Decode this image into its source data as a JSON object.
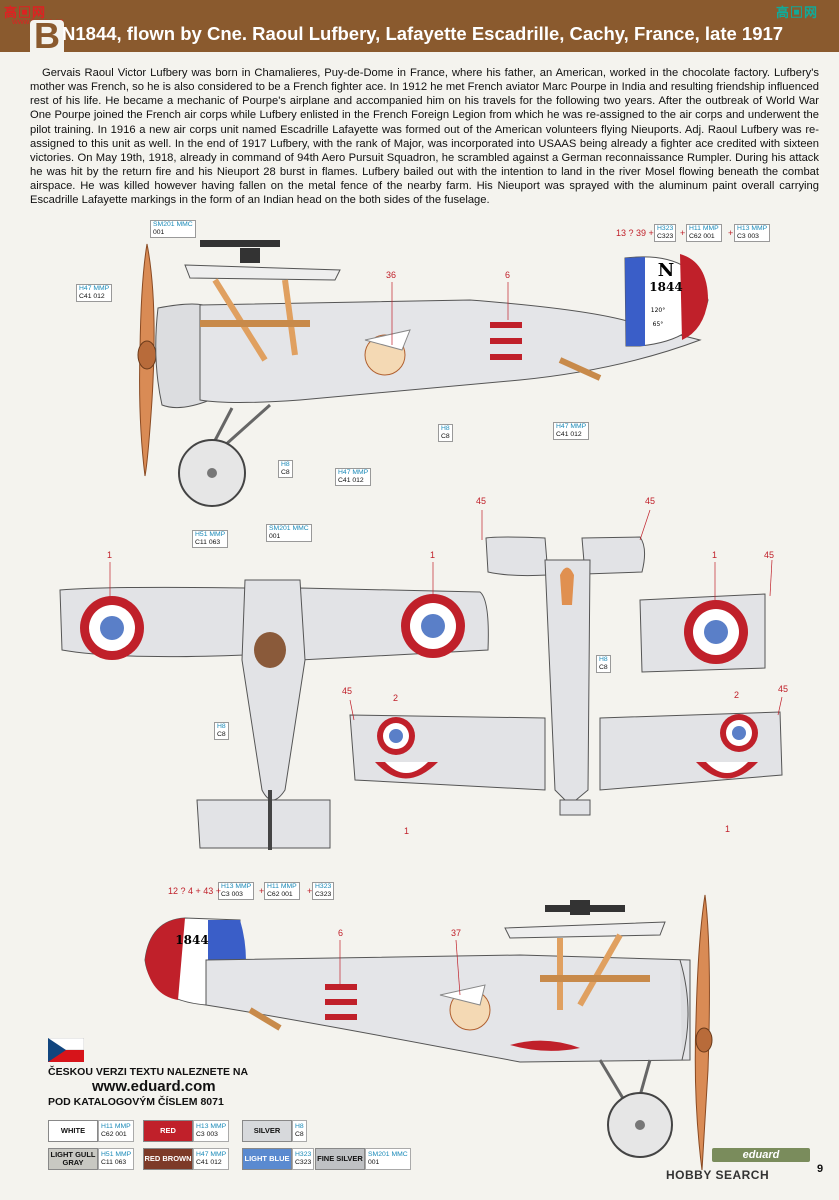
{
  "header": {
    "badge_letter": "B",
    "title": "N1844, flown by Cne. Raoul Lufbery, Lafayette Escadrille, Cachy, France, late 1917"
  },
  "watermark": {
    "left_glyphs": "高▣网",
    "left_url": "www.hasee.cn",
    "right_glyphs": "高▣网"
  },
  "bio": "Gervais Raoul Victor Lufbery was born in Chamalieres, Puy-de-Dome in France, where his father, an American, worked in the chocolate factory. Lufbery's mother was French, so he is also considered to be a French fighter ace. In 1912 he met French aviator Marc Pourpe in India and resulting friendship influenced rest of his life. He became a mechanic of Pourpe's airplane and accompanied him on his travels for the following two years. After the outbreak of World War One Pourpe joined the French air corps while Lufbery enlisted in the French Foreign Legion from which he was re-assigned to the air corps and underwent the pilot training. In 1916 a new air corps unit named Escadrille Lafayette was formed out of the American volunteers flying Nieuports. Adj. Raoul Lufbery was re-assigned to this unit as well. In the end of 1917 Lufbery, with the rank of Major, was incorporated into USAAS being already a fighter ace credited with sixteen victories. On May 19th, 1918, already in command of 94th Aero Pursuit Squadron, he scrambled against a German reconnaissance Rumpler. During his attack he was hit by the return fire and his Nieuport 28 burst in flames. Lufbery bailed out with the intention to land in the river Mosel flowing beneath the combat airspace. He was killed however having fallen on the metal fence of the nearby farm. His Nieuport was sprayed with the aluminum paint overall carrying Escadrille Lafayette markings in the form of an Indian head on the both sides of the fuselage.",
  "markings": {
    "serial": "N1844",
    "serial_letter": "N",
    "serial_number": "1844",
    "fin_small_1": "120°",
    "fin_small_2": "65°"
  },
  "callouts": {
    "c1": {
      "t": "SM201",
      "t2": "MMC",
      "b": "001"
    },
    "c2": {
      "t": "H47",
      "t2": "MMP",
      "b1": "C41",
      "b2": "012"
    },
    "c3": {
      "t": "H8",
      "b": "C8"
    },
    "c4": {
      "t": "H47",
      "t2": "MMP",
      "b1": "C41",
      "b2": "012"
    },
    "c5": {
      "t": "H8",
      "b": "C8"
    },
    "c6": {
      "t": "H47",
      "t2": "MMP",
      "b1": "C41",
      "b2": "012"
    },
    "c7": {
      "t": "H323",
      "b": "C323"
    },
    "c8": {
      "t": "H11",
      "t2": "MMP",
      "b1": "C62",
      "b2": "001"
    },
    "c9": {
      "t": "H13",
      "t2": "MMP",
      "b1": "C3",
      "b2": "003"
    },
    "c10": {
      "t": "H51",
      "t2": "MMP",
      "b1": "C11",
      "b2": "063"
    },
    "c11": {
      "t": "SM201",
      "t2": "MMC",
      "b": "001"
    },
    "c12": {
      "t": "H8",
      "b": "C8"
    },
    "c13": {
      "t": "H8",
      "b": "C8"
    },
    "c14": {
      "t": "H13",
      "t2": "MMP",
      "b1": "C3",
      "b2": "003"
    },
    "c15": {
      "t": "H11",
      "t2": "MMP",
      "b1": "C62",
      "b2": "001"
    },
    "c16": {
      "t": "H323",
      "b": "C323"
    }
  },
  "numbers": {
    "top_right": "13 ? 39 +",
    "plus1": "+",
    "plus2": "+",
    "n36": "36",
    "n6a": "6",
    "n1a": "1",
    "n1b": "1",
    "n45a": "45",
    "n45b": "45",
    "n1c": "1",
    "n45c": "45",
    "n45d": "45",
    "n2a": "2",
    "n2b": "2",
    "n45e": "45",
    "n1d": "1",
    "n1e": "1",
    "bottom_left": "12 ? 4 + 43 +",
    "plus3": "+",
    "plus4": "+",
    "n6b": "6",
    "n37": "37"
  },
  "czech": {
    "line1": "ČESKOU VERZI TEXTU NALEZNETE NA",
    "url": "www.eduard.com",
    "line3": "POD KATALOGOVÝM ČÍSLEM 8071"
  },
  "legend": [
    {
      "name": "WHITE",
      "swatch": "#ffffff",
      "ink": "#111111",
      "h": "H11",
      "mmp": "MMP",
      "c": "C62",
      "code": "001"
    },
    {
      "name": "RED",
      "swatch": "#c0202a",
      "ink": "#ffffff",
      "h": "H13",
      "mmp": "MMP",
      "c": "C3",
      "code": "003"
    },
    {
      "name": "SILVER",
      "swatch": "#d7d9dc",
      "ink": "#111111",
      "h": "H8",
      "mmp": "",
      "c": "C8",
      "code": ""
    },
    {
      "name": "LIGHT GULL GRAY",
      "swatch": "#c8c8c2",
      "ink": "#111111",
      "h": "H51",
      "mmp": "MMP",
      "c": "C11",
      "code": "063"
    },
    {
      "name": "RED BROWN",
      "swatch": "#7d3a28",
      "ink": "#ffffff",
      "h": "H47",
      "mmp": "MMP",
      "c": "C41",
      "code": "012"
    },
    {
      "name": "LIGHT BLUE",
      "swatch": "#5a8ad0",
      "ink": "#ffffff",
      "h": "H323",
      "mmp": "",
      "c": "C323",
      "code": ""
    },
    {
      "name": "FINE SILVER",
      "swatch": "#bfc1c4",
      "ink": "#111111",
      "h": "SM201",
      "mmp": "MMC",
      "c": "",
      "code": "001"
    }
  ],
  "footer": {
    "brand": "eduard",
    "page": "9",
    "source_watermark": "HOBBY SEARCH"
  },
  "colors": {
    "header_brown": "#8a5a2e",
    "roundel_red": "#c0202a",
    "roundel_blue": "#5a7fc8",
    "aircraft_silver": "#e2e3e6",
    "callout_cyan": "#1a8ab8",
    "wood_prop": "#d98b55"
  }
}
